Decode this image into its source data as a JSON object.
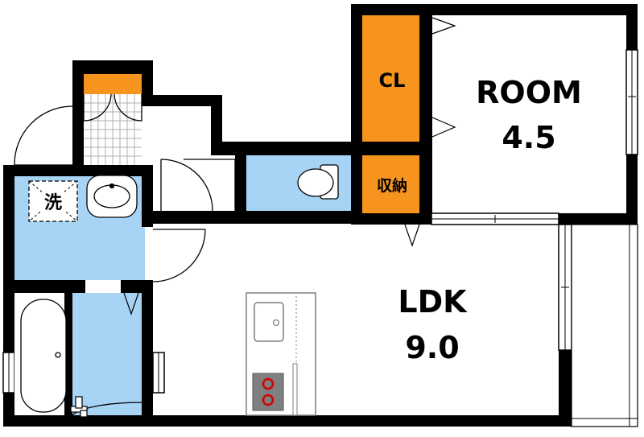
{
  "rooms": {
    "room": {
      "name": "ROOM",
      "size": "4.5"
    },
    "ldk": {
      "name": "LDK",
      "size": "9.0"
    },
    "closet": {
      "label": "CL"
    },
    "storage": {
      "label": "収納"
    },
    "washer": {
      "label": "洗"
    }
  },
  "colors": {
    "wall": "#000000",
    "wet_area": "#a7d3f5",
    "storage": "#f7941d",
    "floor": "#ffffff",
    "fixture_line": "#7f7f7f"
  }
}
